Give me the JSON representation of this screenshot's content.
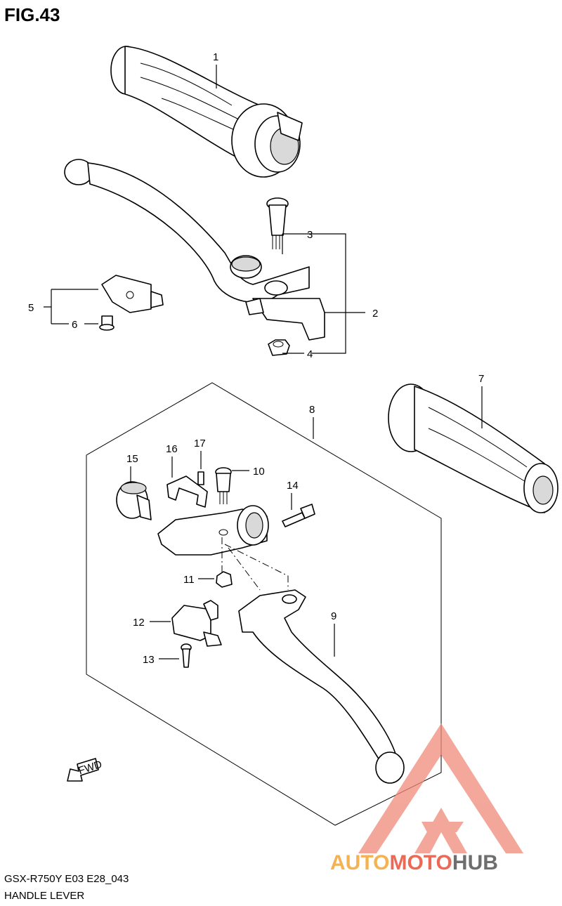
{
  "figure": {
    "title": "FIG.43"
  },
  "callouts": [
    {
      "id": "1",
      "label": "1"
    },
    {
      "id": "2",
      "label": "2"
    },
    {
      "id": "3",
      "label": "3"
    },
    {
      "id": "4",
      "label": "4"
    },
    {
      "id": "5",
      "label": "5"
    },
    {
      "id": "6",
      "label": "6"
    },
    {
      "id": "7",
      "label": "7"
    },
    {
      "id": "8",
      "label": "8"
    },
    {
      "id": "9",
      "label": "9"
    },
    {
      "id": "10",
      "label": "10"
    },
    {
      "id": "11",
      "label": "11"
    },
    {
      "id": "12",
      "label": "12"
    },
    {
      "id": "13",
      "label": "13"
    },
    {
      "id": "14",
      "label": "14"
    },
    {
      "id": "15",
      "label": "15"
    },
    {
      "id": "16",
      "label": "16"
    },
    {
      "id": "17",
      "label": "17"
    }
  ],
  "direction_marker": {
    "label": "FWD"
  },
  "footer": {
    "model_code": "GSX-R750Y E03 E28_043",
    "section_name": "HANDLE LEVER"
  },
  "watermark": {
    "text_part1": "AUTO",
    "text_part2": "MOTO",
    "text_part3": "HUB",
    "color_primary": "#e8503a",
    "color_secondary": "#f3a536",
    "color_dark": "#555555"
  }
}
